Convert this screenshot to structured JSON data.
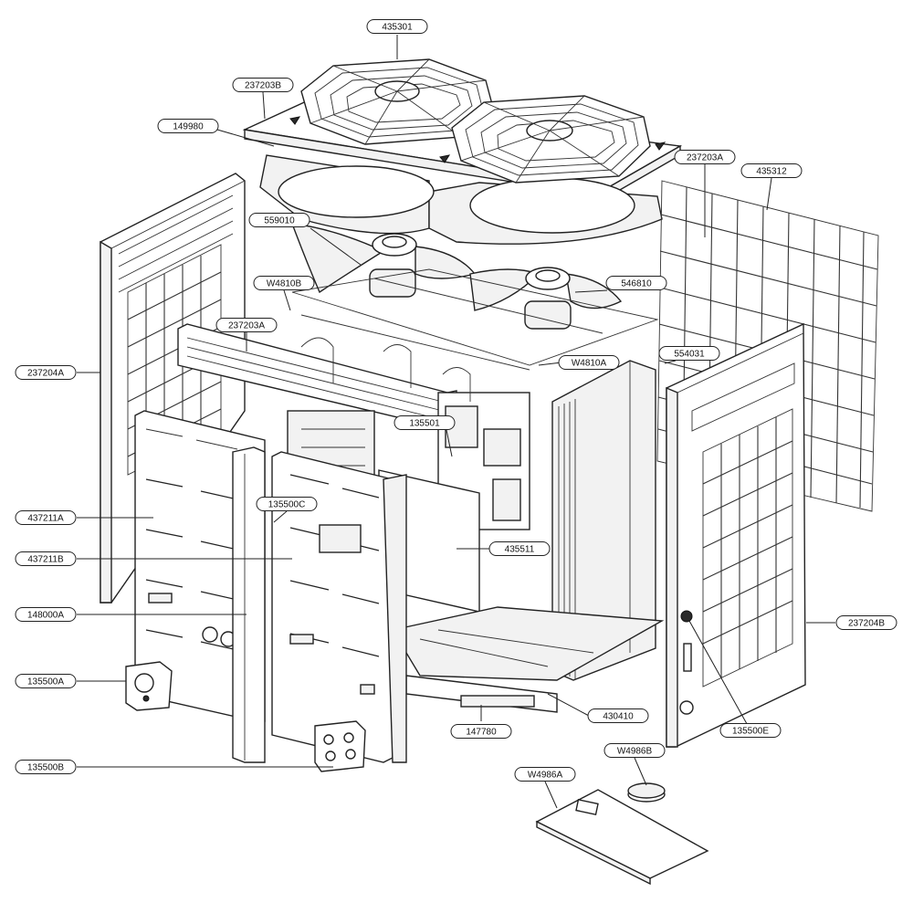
{
  "labels": [
    {
      "id": "435301",
      "text": "435301"
    },
    {
      "id": "237203B",
      "text": "237203B"
    },
    {
      "id": "149980",
      "text": "149980"
    },
    {
      "id": "237203A_top",
      "text": "237203A"
    },
    {
      "id": "435312",
      "text": "435312"
    },
    {
      "id": "559010",
      "text": "559010"
    },
    {
      "id": "W4810B",
      "text": "W4810B"
    },
    {
      "id": "546810",
      "text": "546810"
    },
    {
      "id": "237203A_mid",
      "text": "237203A"
    },
    {
      "id": "554031",
      "text": "554031"
    },
    {
      "id": "W4810A",
      "text": "W4810A"
    },
    {
      "id": "237204A",
      "text": "237204A"
    },
    {
      "id": "135501",
      "text": "135501"
    },
    {
      "id": "437211A",
      "text": "437211A"
    },
    {
      "id": "135500C",
      "text": "135500C"
    },
    {
      "id": "435511",
      "text": "435511"
    },
    {
      "id": "437211B",
      "text": "437211B"
    },
    {
      "id": "148000A",
      "text": "148000A"
    },
    {
      "id": "237204B",
      "text": "237204B"
    },
    {
      "id": "135500A",
      "text": "135500A"
    },
    {
      "id": "430410",
      "text": "430410"
    },
    {
      "id": "147780",
      "text": "147780"
    },
    {
      "id": "135500E",
      "text": "135500E"
    },
    {
      "id": "W4986B",
      "text": "W4986B"
    },
    {
      "id": "W4986A",
      "text": "W4986A"
    },
    {
      "id": "135500B",
      "text": "135500B"
    }
  ]
}
